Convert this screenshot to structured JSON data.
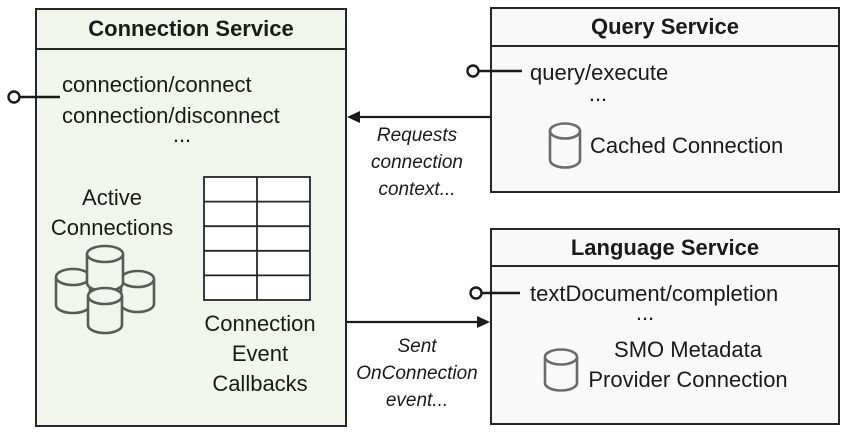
{
  "diagram": {
    "connection_service": {
      "title": "Connection Service",
      "methods": [
        "connection/connect",
        "connection/disconnect",
        "..."
      ],
      "active_connections": [
        "Active",
        "Connections"
      ],
      "callbacks_caption": [
        "Connection",
        "Event",
        "Callbacks"
      ]
    },
    "query_service": {
      "title": "Query Service",
      "methods": [
        "query/execute",
        "..."
      ],
      "cache_label": "Cached Connection"
    },
    "language_service": {
      "title": "Language Service",
      "methods": [
        "textDocument/completion",
        "..."
      ],
      "cache_label": [
        "SMO Metadata",
        "Provider Connection"
      ]
    },
    "arrows": {
      "requests_label": [
        "Requests",
        "connection",
        "context..."
      ],
      "sent_label": [
        "Sent",
        "OnConnection",
        "event..."
      ]
    },
    "icons": {
      "database_cluster": "database-cluster-icon",
      "database": "database-icon",
      "callbacks_table": "callbacks-table-icon",
      "lollipop": "interface-lollipop-icon"
    },
    "colors": {
      "connection_box_fill": "#F2F5EB",
      "service_box_fill": "#F9F9FA",
      "border": "#262626",
      "text": "#1A1A1A",
      "cylinder_stroke": "#595959",
      "small_cylinder_stroke": "#6B6B6B"
    }
  }
}
